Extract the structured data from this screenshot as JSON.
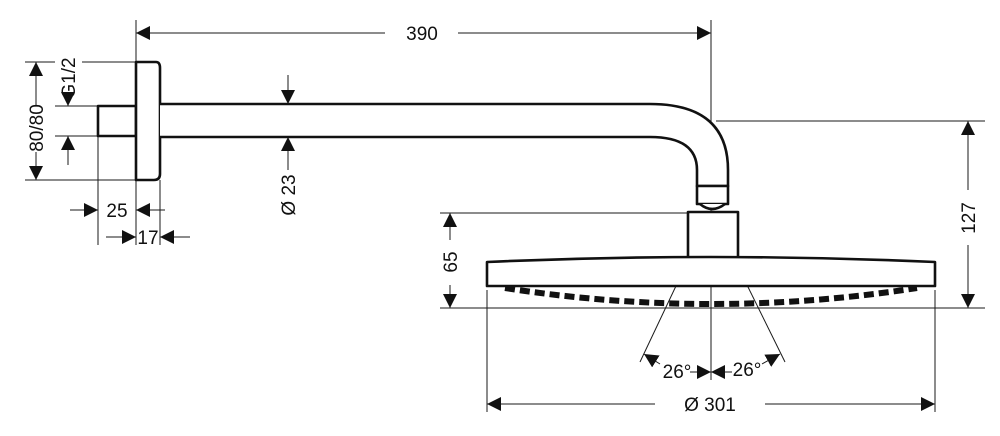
{
  "drawing": {
    "dimensions": {
      "arm_length": "390",
      "thread": "G1/2",
      "flange": "80/80",
      "arm_diameter": "Ø 23",
      "nipple_length": "25",
      "flange_depth": "17",
      "head_height": "65",
      "total_drop": "127",
      "spray_angle_left": "26°",
      "spray_angle_right": "26°",
      "head_diameter": "Ø 301"
    }
  }
}
